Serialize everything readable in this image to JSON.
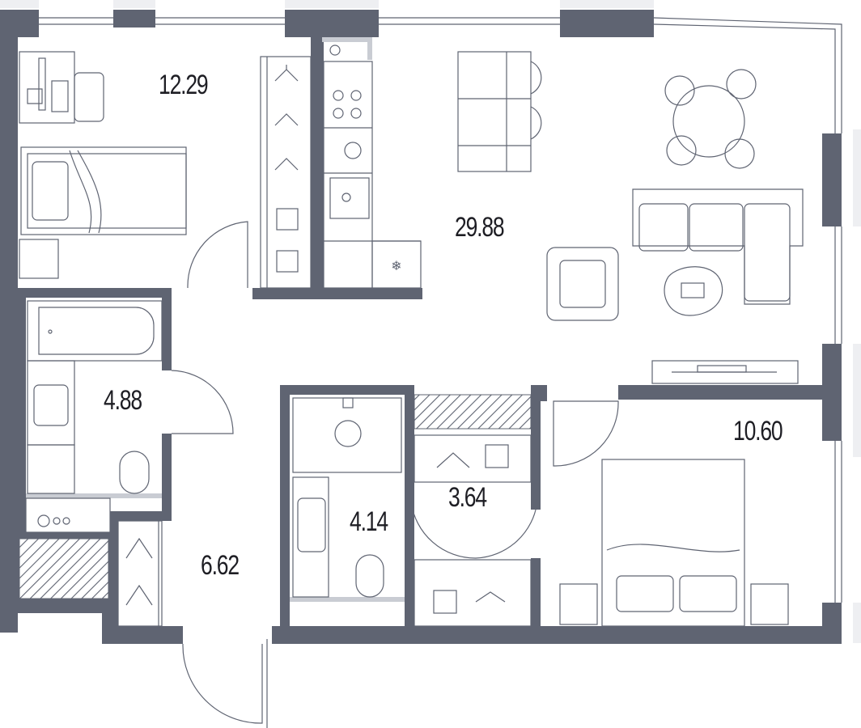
{
  "colors": {
    "wall": "#5f6472",
    "line": "#5f6472",
    "sill": "#c9ccd3",
    "text": "#1e1e24",
    "background": "#ffffff"
  },
  "rooms": [
    {
      "id": "bedroom-1",
      "area": "12.29",
      "icon": "desk-and-bed"
    },
    {
      "id": "living-kitchen",
      "area": "29.88",
      "icon": "kitchen-sofa-dining"
    },
    {
      "id": "bathroom-1",
      "area": "4.88",
      "icon": "bathtub-toilet"
    },
    {
      "id": "hallway",
      "area": "6.62",
      "icon": "wardrobe"
    },
    {
      "id": "bathroom-2",
      "area": "4.14",
      "icon": "shower-toilet"
    },
    {
      "id": "wardrobe",
      "area": "3.64",
      "icon": "hangers"
    },
    {
      "id": "bedroom-2",
      "area": "10.60",
      "icon": "double-bed"
    }
  ]
}
